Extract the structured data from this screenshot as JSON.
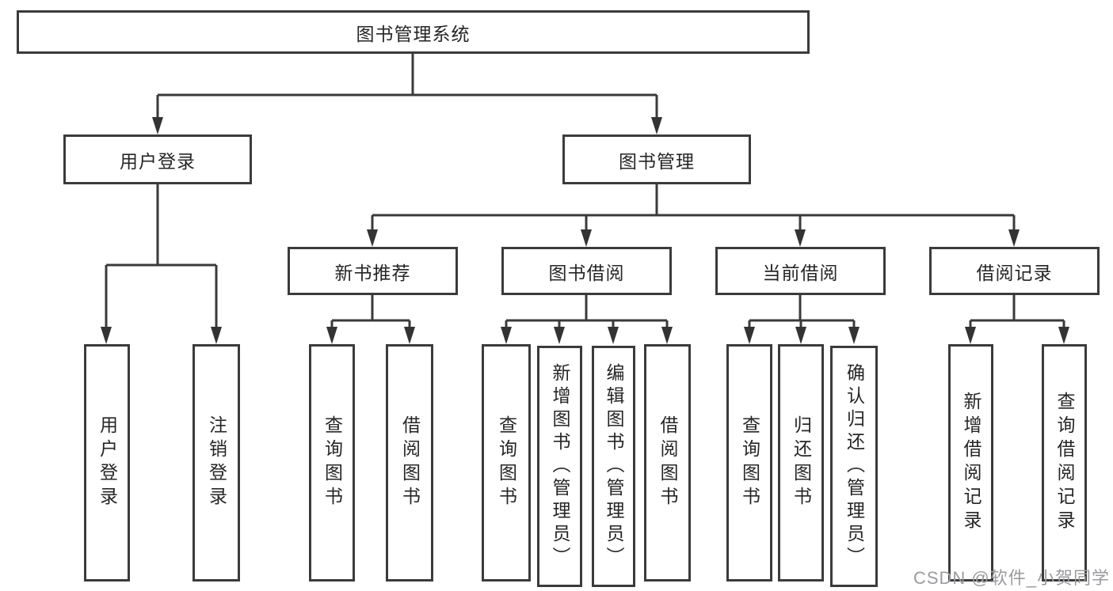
{
  "colors": {
    "line": "#3a3a3a",
    "box_border": "#3b3b3b",
    "box_fill": "#ffffff",
    "text": "#262626",
    "watermark": "#9b9b9f"
  },
  "watermark": {
    "text": "CSDN @软件_小贺同学"
  },
  "tree": {
    "root": {
      "label": "图书管理系统"
    },
    "level2": [
      {
        "label": "用户登录"
      },
      {
        "label": "图书管理"
      }
    ],
    "level3": [
      {
        "label": "新书推荐"
      },
      {
        "label": "图书借阅"
      },
      {
        "label": "当前借阅"
      },
      {
        "label": "借阅记录"
      }
    ],
    "leaves": {
      "user_login": [
        {
          "label": "用户登录"
        },
        {
          "label": "注销登录"
        }
      ],
      "new_book": [
        {
          "label": "查询图书"
        },
        {
          "label": "借阅图书"
        }
      ],
      "borrow": [
        {
          "label": "查询图书"
        },
        {
          "label": "新增图书（管理员）"
        },
        {
          "label": "编辑图书（管理员）"
        },
        {
          "label": "借阅图书"
        }
      ],
      "current": [
        {
          "label": "查询图书"
        },
        {
          "label": "归还图书"
        },
        {
          "label": "确认归还（管理员）"
        }
      ],
      "records": [
        {
          "label": "新增借阅记录"
        },
        {
          "label": "查询借阅记录"
        }
      ]
    }
  }
}
